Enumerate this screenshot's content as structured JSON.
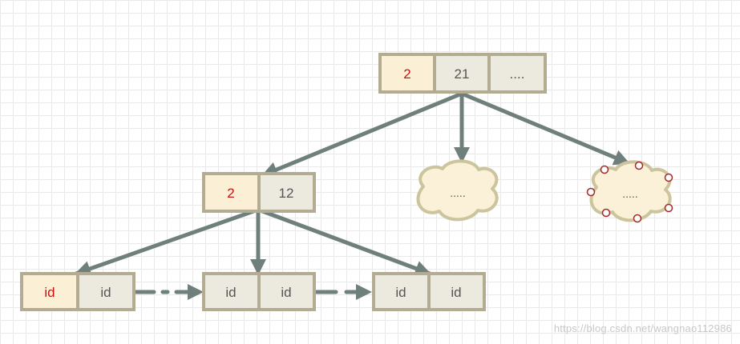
{
  "colors": {
    "edge": "#6f7f7c",
    "node_border": "#b3ac92",
    "cell_fill": "#ece9df",
    "cell_fill_highlight": "#fbf0d6",
    "cell_text": "#555555",
    "cell_text_key": "#cc1111",
    "cloud_fill": "#fbf1d8",
    "cloud_border": "#cbc49c",
    "handle_fill": "#ffffff",
    "handle_border": "#a32a2a"
  },
  "nodes": {
    "root": {
      "cells": [
        "2",
        "21",
        "...."
      ]
    },
    "internal": {
      "cells": [
        "2",
        "12"
      ]
    },
    "leaf_1": {
      "cells": [
        "id",
        "id"
      ]
    },
    "leaf_2": {
      "cells": [
        "id",
        "id"
      ]
    },
    "leaf_3": {
      "cells": [
        "id",
        "id"
      ]
    }
  },
  "clouds": {
    "middle": {
      "label": "....."
    },
    "right": {
      "label": "....."
    }
  },
  "watermark": "https://blog.csdn.net/wangnao112986"
}
